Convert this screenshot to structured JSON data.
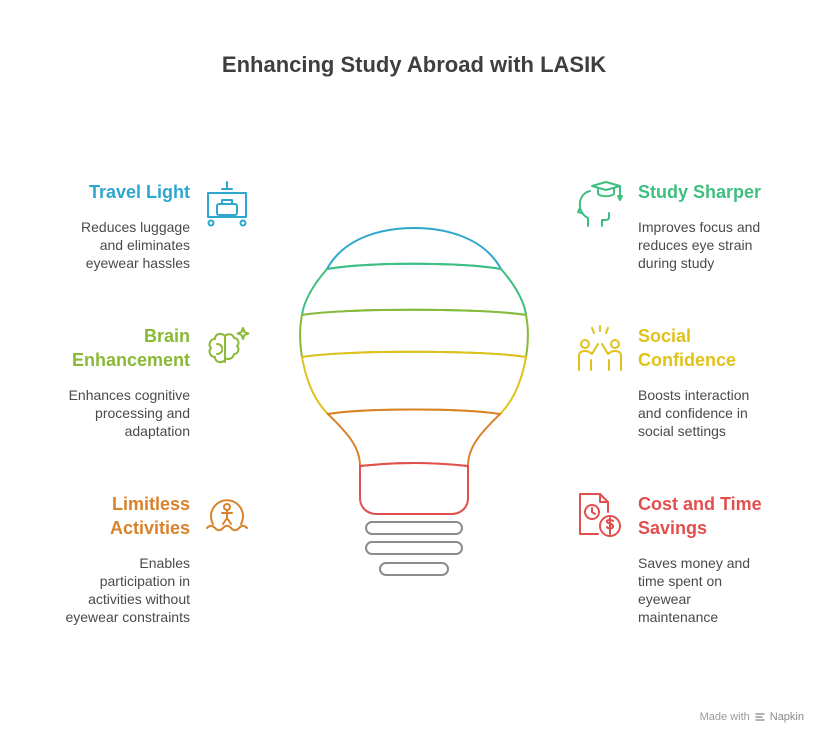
{
  "title": "Enhancing Study Abroad with LASIK",
  "items": {
    "travel": {
      "heading": "Travel Light",
      "desc": [
        "Reduces luggage",
        "and eliminates",
        "eyewear hassles"
      ],
      "color": "#2ea7cf",
      "icon": "luggage-cart-icon"
    },
    "brain": {
      "heading": [
        "Brain",
        "Enhancement"
      ],
      "desc": [
        "Enhances cognitive",
        "processing and",
        "adaptation"
      ],
      "color": "#8ab935",
      "icon": "brain-sparkle-icon"
    },
    "limitless": {
      "heading": [
        "Limitless",
        "Activities"
      ],
      "desc": [
        "Enables",
        "participation in",
        "activities without",
        "eyewear constraints"
      ],
      "color": "#d9822b",
      "icon": "swimmer-icon"
    },
    "study": {
      "heading": "Study Sharper",
      "desc": [
        "Improves focus and",
        "reduces eye strain",
        "during study"
      ],
      "color": "#3fbf7f",
      "icon": "graduate-head-icon"
    },
    "social": {
      "heading": [
        "Social",
        "Confidence"
      ],
      "desc": [
        "Boosts interaction",
        "and confidence in",
        "social settings"
      ],
      "color": "#e0c21a",
      "icon": "high-five-icon"
    },
    "cost": {
      "heading": [
        "Cost and Time",
        "Savings"
      ],
      "desc": [
        "Saves money and",
        "time spent on",
        "eyewear",
        "maintenance"
      ],
      "color": "#e0504f",
      "icon": "clock-dollar-document-icon"
    }
  },
  "footer": {
    "prefix": "Made with",
    "brand": "Napkin"
  }
}
